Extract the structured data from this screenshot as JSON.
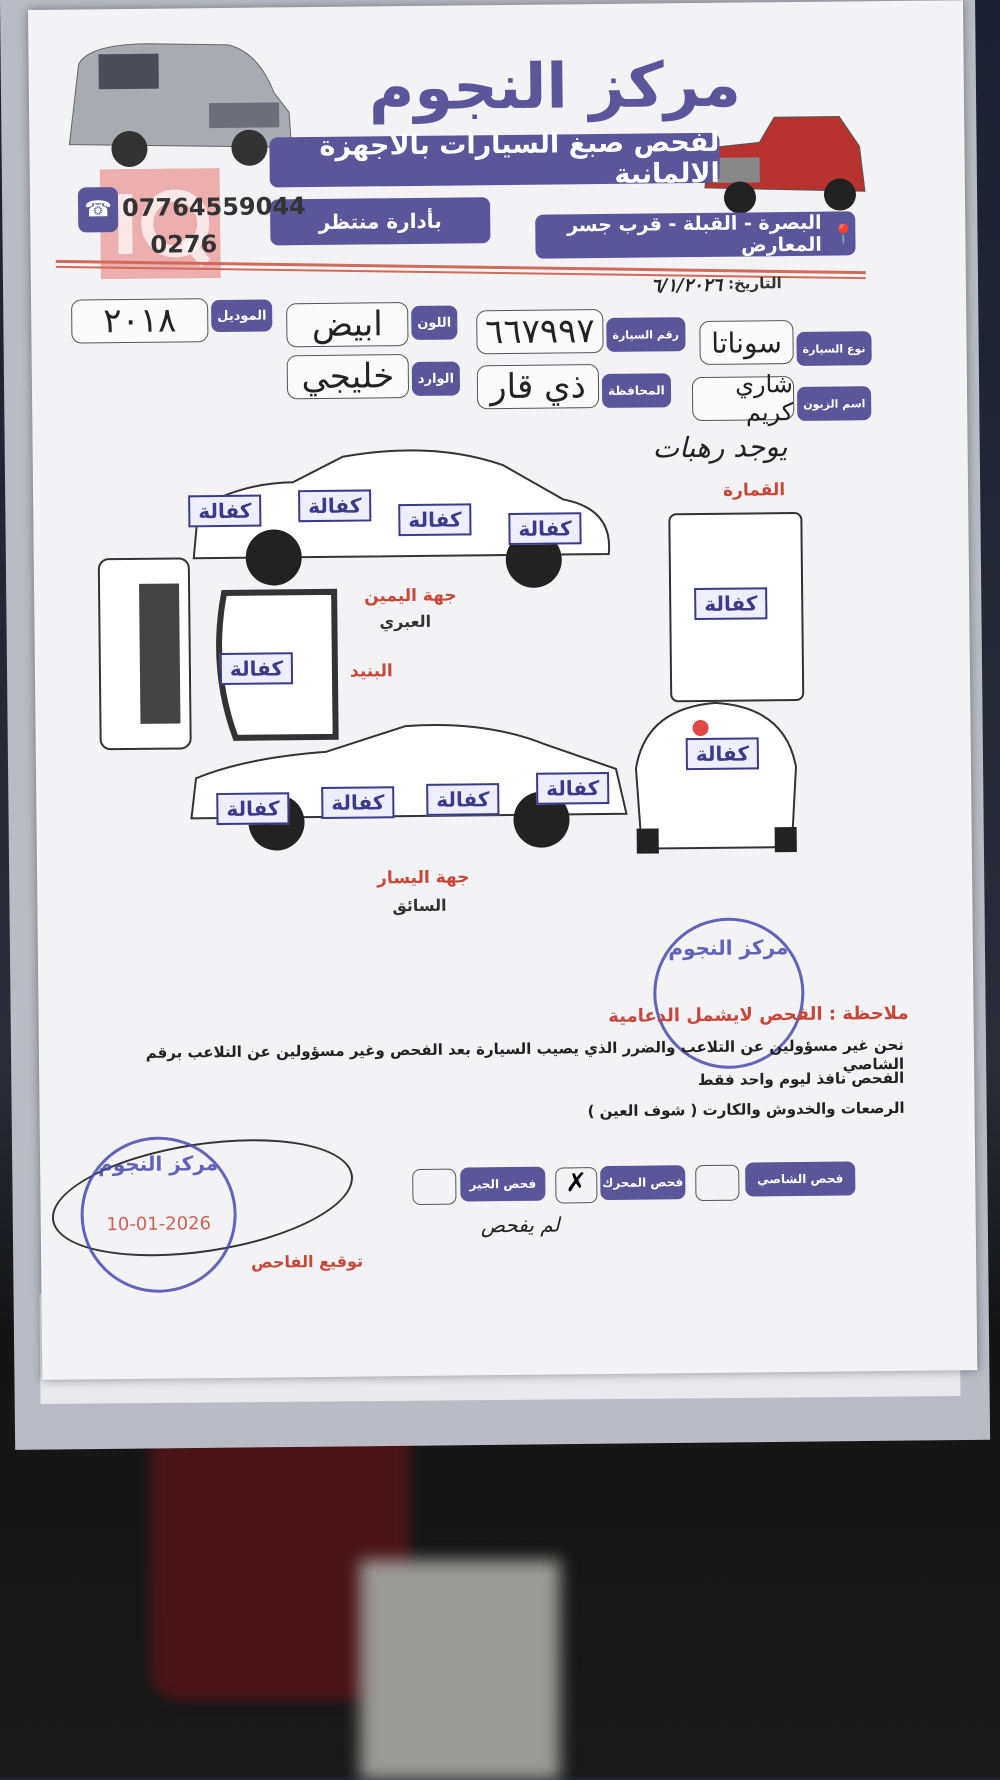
{
  "header": {
    "title": "مركز النجوم",
    "subtitle": "لفحص صبغ السيارات بالاجهزة الالمانية",
    "management": "بأدارة منتظر",
    "address": "البصرة - القبلة - قرب جسر المعارض",
    "phone": "07764559044",
    "phone2": "0276",
    "watermark": "IQ",
    "icons": [
      "phone-icon",
      "location-pin-icon"
    ]
  },
  "form": {
    "date_label": "التاريخ:",
    "date_value": "٦/١/٢٠٢٦",
    "car_type_label": "نوع السيارة",
    "car_type_value": "سوناتا",
    "plate_label": "رقم السيارة",
    "plate_value": "٦٦٧٩٩٧",
    "color_label": "اللون",
    "color_value": "ابيض",
    "model_label": "الموديل",
    "model_value": "٢٠١٨",
    "customer_label": "اسم الزبون",
    "customer_value": "شاري كريم",
    "province_label": "المحافظة",
    "province_value": "ذي قار",
    "origin_label": "الوارد",
    "origin_value": "خليجي",
    "handwritten_note": "يوجد رهبات"
  },
  "diagram": {
    "stamp_text": "كفالة",
    "roof_label": "القمارة",
    "right_side_label": "جهة اليمين",
    "right_side_sub": "العبري",
    "hood_label": "البنيد",
    "left_side_label": "جهة اليسار",
    "left_side_sub": "السائق"
  },
  "notes": {
    "heading": "ملاحظة : الفحص لايشمل الدعامية",
    "items": [
      "نحن غير مسؤولين عن التلاعب والضرر الذي يصيب السيارة بعد الفحص وغير مسؤولين عن التلاعب برقم الشاصي",
      "الفحص نافذ ليوم واحد فقط",
      "الرصعات والخدوش والكارت ( شوف العين )"
    ]
  },
  "footer": {
    "inspector_signature_label": "توقيع الفاحص",
    "stamp_name": "مركز النجوم",
    "stamp_date": "10-01-2026",
    "chassis_check": "فحص الشاصي",
    "engine_check": "فحص المحرك",
    "gear_check": "فحص الجير",
    "handwritten_mark": "لم يفحص"
  },
  "colors": {
    "brand_purple": "#5b559a",
    "accent_red": "#c9473a",
    "stamp_blue": "#4a49b0"
  }
}
